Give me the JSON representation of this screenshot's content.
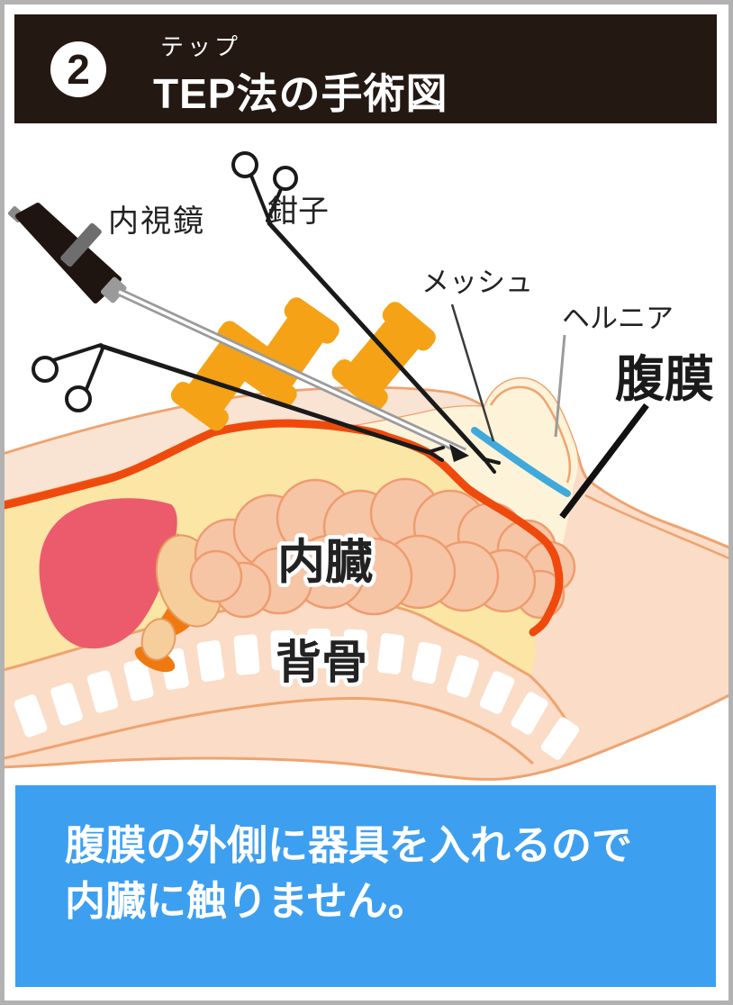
{
  "header": {
    "step_number": "2",
    "reading": "テップ",
    "title": "TEP法の手術図"
  },
  "diagram": {
    "labels": {
      "endoscope": "内視鏡",
      "forceps": "鉗子",
      "mesh": "メッシュ",
      "hernia": "ヘルニア",
      "peritoneum": "腹膜",
      "organs": "内臓",
      "spine": "背骨"
    },
    "colors": {
      "peritoneum_line": "#EF4A0D",
      "mesh_line": "#3FA9DC",
      "trocar": "#F5A216",
      "skin": "#FBDCC6",
      "abdominal_wall_band": "#F9E3D3",
      "preperitoneal_space": "#FDF3D8",
      "interior": "#FBE6A6",
      "liver": "#EC5B6C",
      "intestine": "#F6C5A6"
    }
  },
  "caption": {
    "line1": "腹膜の外側に器具を入れるので",
    "line2": "内臓に触りません。",
    "background": "#3D9FF0"
  }
}
